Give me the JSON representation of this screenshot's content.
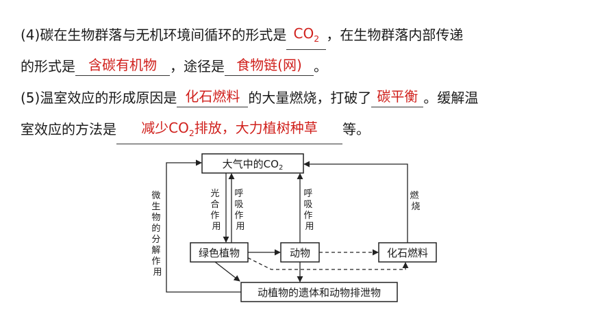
{
  "text": {
    "l1_a": "(4)碳在生物群落与无机环境间循环的形式是",
    "l1_ans": "CO",
    "l1_sub": "2",
    "l1_b": "，在生物群落内部传递",
    "l2_a": "的形式是",
    "l2_ans": "含碳有机物",
    "l2_b": "，途径是",
    "l2_ans2": "食物链(网)",
    "l2_c": "。",
    "l3_a": "(5)温室效应的形成原因是",
    "l3_ans": "化石燃料",
    "l3_b": "的大量燃烧，打破了",
    "l3_ans2": "碳平衡",
    "l3_c": "。缓解温",
    "l4_a": "室效应的方法是",
    "l4_ans_pre": "减少CO",
    "l4_ans_sub": "2",
    "l4_ans_post": "排放，大力植树种草",
    "l4_b": "等。"
  },
  "diagram": {
    "co2_box_pre": "大气中的CO",
    "co2_box_sub": "2",
    "plant": "绿色植物",
    "animal": "动物",
    "fossil": "化石燃料",
    "remains": "动植物的遗体和动物排泄物",
    "photosynthesis": [
      "光",
      "合",
      "作",
      "用"
    ],
    "respiration1": [
      "呼",
      "吸",
      "作",
      "用"
    ],
    "respiration2": [
      "呼",
      "吸",
      "作",
      "用"
    ],
    "combustion": [
      "燃",
      "烧"
    ],
    "decomposition": [
      "微",
      "生",
      "物",
      "的",
      "分",
      "解",
      "作",
      "用"
    ]
  },
  "colors": {
    "answer": "#d0201c",
    "text": "#1a1a1a"
  }
}
